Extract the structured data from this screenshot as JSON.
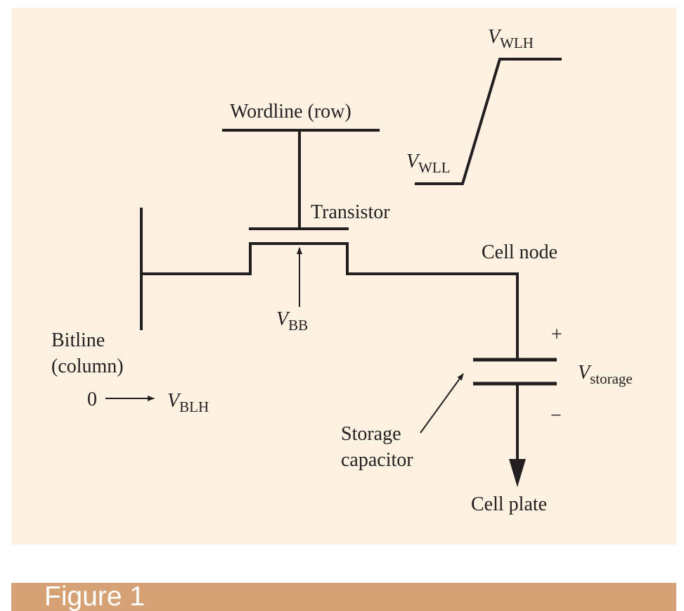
{
  "labels": {
    "wordline": "Wordline (row)",
    "transistor": "Transistor",
    "cell_node": "Cell node",
    "bitline_1": "Bitline",
    "bitline_2": "(column)",
    "storage_1": "Storage",
    "storage_2": "capacitor",
    "cell_plate": "Cell plate",
    "plus": "+",
    "minus": "−",
    "zero": "0"
  },
  "voltages": {
    "v_symbol": "V",
    "wlh_sub": "WLH",
    "wll_sub": "WLL",
    "bb_sub": "BB",
    "blh_sub": "BLH",
    "storage_sub": "storage"
  },
  "caption": "Figure 1",
  "colors": {
    "panel": "#fdf1e1",
    "caption_bar": "#d6a275",
    "ink": "#231f20"
  }
}
